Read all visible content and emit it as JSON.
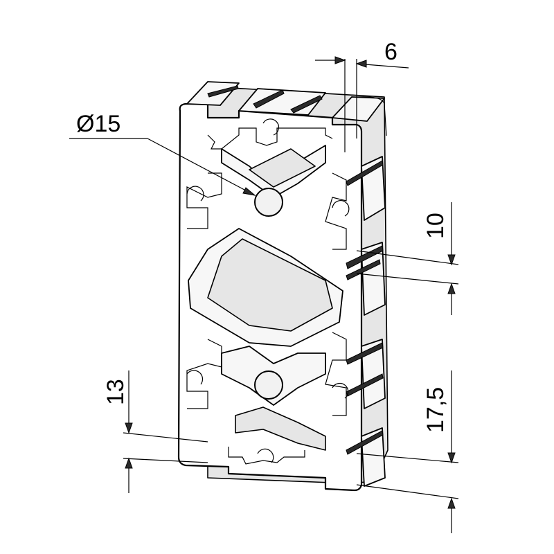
{
  "dimensions": {
    "slot_width": "6",
    "bore_diameter": "Ø15",
    "slot_height": "10",
    "left_offset": "13",
    "right_offset": "17,5"
  }
}
